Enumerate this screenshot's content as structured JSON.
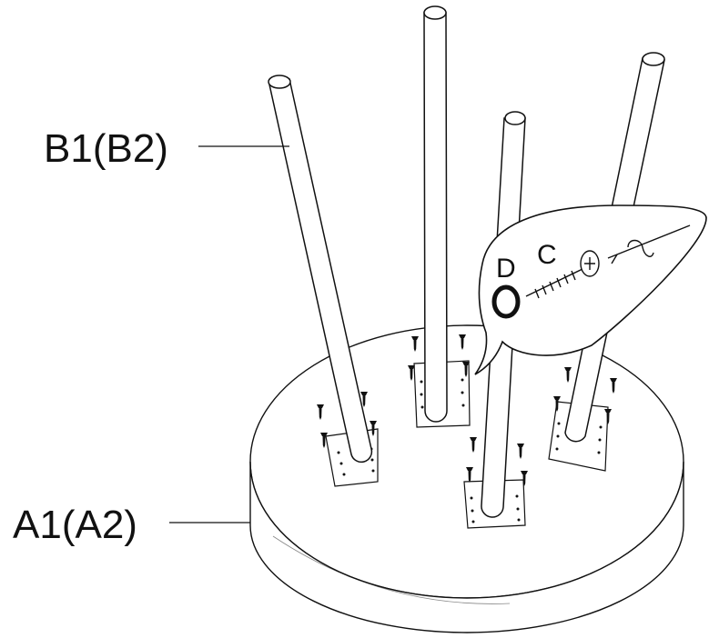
{
  "labels": {
    "leg": "B1(B2)",
    "base": "A1(A2)",
    "washer": "D",
    "screw": "C"
  },
  "colors": {
    "ink": "#111111",
    "paper": "#ffffff"
  }
}
